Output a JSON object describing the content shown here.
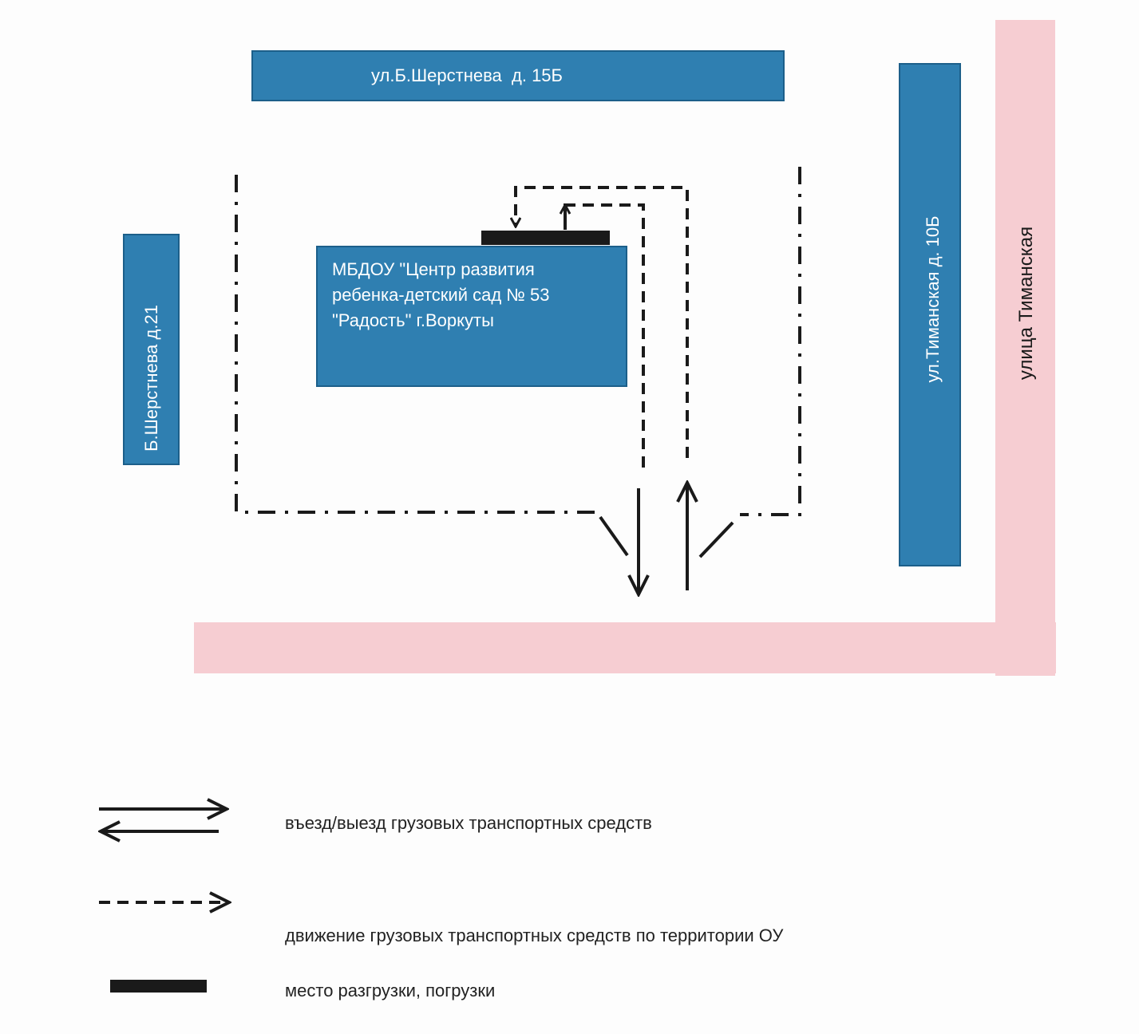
{
  "colors": {
    "building": "#2f7fb1",
    "building_border": "#1c5f8a",
    "road": "#f6cdd2",
    "line": "#1a1a1a",
    "text_on_building": "#ffffff",
    "legend_text": "#222222"
  },
  "buildings": {
    "top": "ул.Б.Шерстнева  д. 15Б",
    "left": "Б.Шерстнева д.21",
    "right": "ул.Тиманская д. 10Б",
    "main": {
      "line1": "МБДОУ \"Центр развития",
      "line2": "ребенка-детский сад № 53",
      "line3": "\"Радость\" г.Воркуты"
    }
  },
  "streets": {
    "right": "улица Тиманская"
  },
  "legend": {
    "entry_exit": "въезд/выезд грузовых транспортных средств",
    "movement": "движение грузовых транспортных средств по территории ОУ",
    "loading": "место разгрузки, погрузки"
  }
}
